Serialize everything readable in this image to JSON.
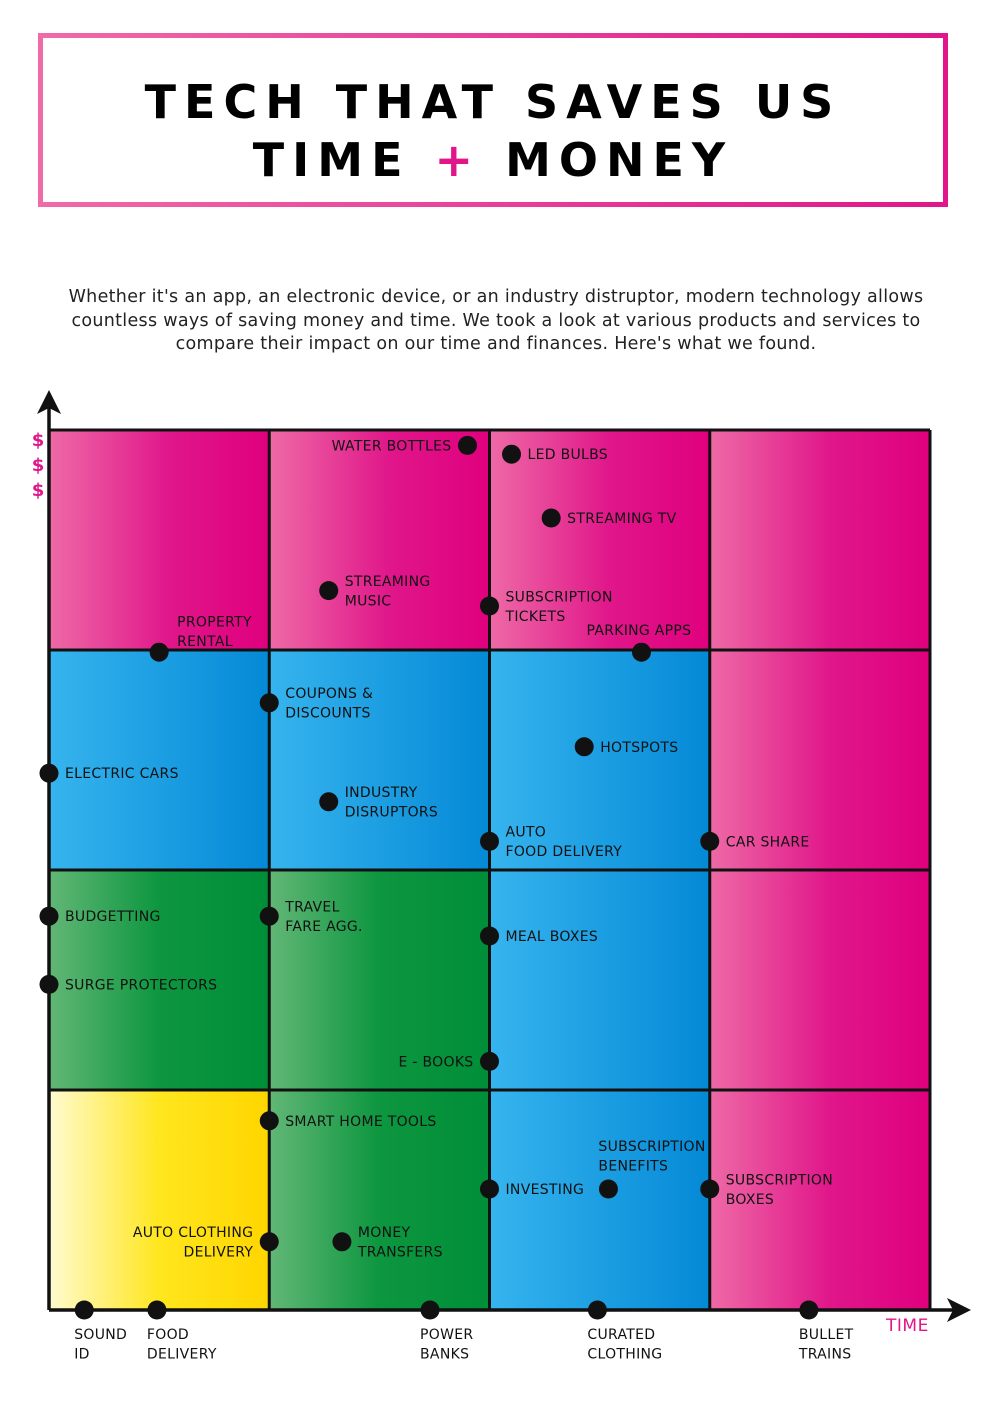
{
  "title": {
    "line1": "TECH THAT SAVES US",
    "line2_part1": "TIME",
    "line2_plus": "+",
    "line2_part2": "MONEY"
  },
  "intro": "Whether it's an app, an electronic device, or an industry distruptor, modern technology allows countless ways of saving money and time. We took a look at various products and services to compare their impact on our time and finances. Here's what we found.",
  "colors": {
    "accent": "#e0168a",
    "pink": "#e0168a",
    "blue": "#0e93dc",
    "green": "#08933f",
    "yellow": "#ffdc00"
  },
  "chart_data": {
    "type": "scatter",
    "xlabel": "TIME",
    "ylabel": "$\n$\n$",
    "xlim": [
      0,
      4
    ],
    "ylim": [
      0,
      4
    ],
    "grid": true,
    "grid_colors": [
      [
        "yellow",
        "green",
        "blue",
        "pink"
      ],
      [
        "green",
        "green",
        "blue",
        "pink"
      ],
      [
        "blue",
        "blue",
        "blue",
        "pink"
      ],
      [
        "pink",
        "pink",
        "pink",
        "pink"
      ]
    ],
    "points": [
      {
        "label": [
          "WATER BOTTLES"
        ],
        "x": 1.9,
        "y": 3.93,
        "side": "left"
      },
      {
        "label": [
          "LED BULBS"
        ],
        "x": 2.1,
        "y": 3.89,
        "side": "right"
      },
      {
        "label": [
          "STREAMING TV"
        ],
        "x": 2.28,
        "y": 3.6,
        "side": "right"
      },
      {
        "label": [
          "STREAMING",
          "MUSIC"
        ],
        "x": 1.27,
        "y": 3.27,
        "side": "right"
      },
      {
        "label": [
          "SUBSCRIPTION",
          "TICKETS"
        ],
        "x": 2.0,
        "y": 3.2,
        "side": "right"
      },
      {
        "label": [
          "PARKING APPS"
        ],
        "x": 2.69,
        "y": 2.99,
        "side": "above-left"
      },
      {
        "label": [
          "PROPERTY",
          "RENTAL"
        ],
        "x": 0.5,
        "y": 2.99,
        "side": "above-right"
      },
      {
        "label": [
          "COUPONS &",
          "DISCOUNTS"
        ],
        "x": 1.0,
        "y": 2.76,
        "side": "right"
      },
      {
        "label": [
          "HOTSPOTS"
        ],
        "x": 2.43,
        "y": 2.56,
        "side": "right"
      },
      {
        "label": [
          "ELECTRIC CARS"
        ],
        "x": 0.0,
        "y": 2.44,
        "side": "right"
      },
      {
        "label": [
          "INDUSTRY",
          "DISRUPTORS"
        ],
        "x": 1.27,
        "y": 2.31,
        "side": "right"
      },
      {
        "label": [
          "AUTO",
          "FOOD DELIVERY"
        ],
        "x": 2.0,
        "y": 2.13,
        "side": "right"
      },
      {
        "label": [
          "CAR SHARE"
        ],
        "x": 3.0,
        "y": 2.13,
        "side": "right"
      },
      {
        "label": [
          "BUDGETTING"
        ],
        "x": 0.0,
        "y": 1.79,
        "side": "right"
      },
      {
        "label": [
          "TRAVEL",
          "FARE AGG."
        ],
        "x": 1.0,
        "y": 1.79,
        "side": "right"
      },
      {
        "label": [
          "MEAL BOXES"
        ],
        "x": 2.0,
        "y": 1.7,
        "side": "right"
      },
      {
        "label": [
          "SURGE PROTECTORS"
        ],
        "x": 0.0,
        "y": 1.48,
        "side": "right"
      },
      {
        "label": [
          "E - BOOKS"
        ],
        "x": 2.0,
        "y": 1.13,
        "side": "left"
      },
      {
        "label": [
          "SMART HOME TOOLS"
        ],
        "x": 1.0,
        "y": 0.86,
        "side": "right"
      },
      {
        "label": [
          "SUBSCRIPTION",
          "BENEFITS"
        ],
        "x": 2.54,
        "y": 0.55,
        "side": "above-left"
      },
      {
        "label": [
          "INVESTING"
        ],
        "x": 2.0,
        "y": 0.55,
        "side": "right"
      },
      {
        "label": [
          "SUBSCRIPTION",
          "BOXES"
        ],
        "x": 3.0,
        "y": 0.55,
        "side": "right"
      },
      {
        "label": [
          "AUTO CLOTHING",
          "DELIVERY"
        ],
        "x": 1.0,
        "y": 0.31,
        "side": "left"
      },
      {
        "label": [
          "MONEY",
          "TRANSFERS"
        ],
        "x": 1.33,
        "y": 0.31,
        "side": "right"
      },
      {
        "label": [
          "SOUND",
          "ID"
        ],
        "x": 0.16,
        "y": 0.0,
        "side": "below"
      },
      {
        "label": [
          "FOOD",
          "DELIVERY"
        ],
        "x": 0.49,
        "y": 0.0,
        "side": "below"
      },
      {
        "label": [
          "POWER",
          "BANKS"
        ],
        "x": 1.73,
        "y": 0.0,
        "side": "below"
      },
      {
        "label": [
          "CURATED",
          "CLOTHING"
        ],
        "x": 2.49,
        "y": 0.0,
        "side": "below"
      },
      {
        "label": [
          "BULLET",
          "TRAINS"
        ],
        "x": 3.45,
        "y": 0.0,
        "side": "below"
      }
    ]
  }
}
